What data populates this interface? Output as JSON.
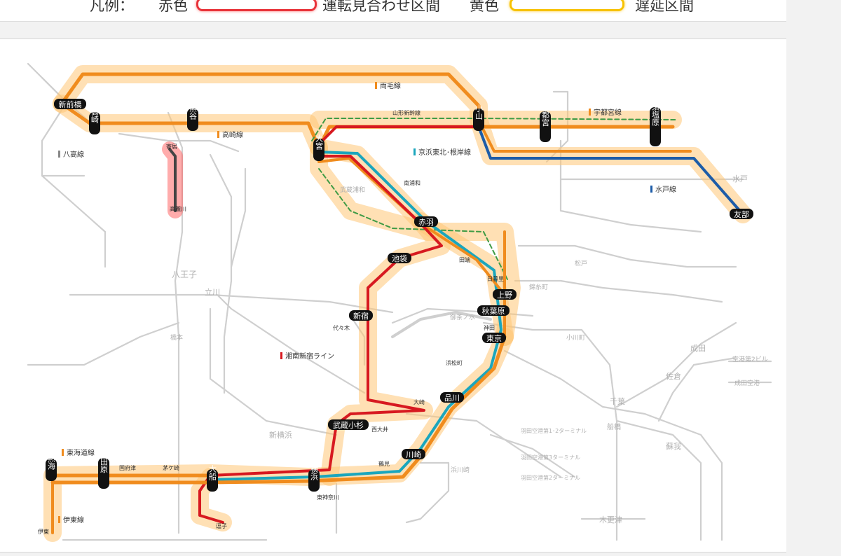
{
  "legend": {
    "label": "凡例：",
    "red_name": "赤色",
    "red_desc": "運転見合わせ区間",
    "yellow_name": "黄色",
    "yellow_desc": "遅延区間",
    "red_color": "#e8333a",
    "yellow_color": "#f7c200"
  },
  "colors": {
    "orange": "#f08c1e",
    "red": "#d71920",
    "teal": "#1ba6bd",
    "blue": "#1d5ca8",
    "green": "#3f9b45",
    "gray": "#cfcfcf"
  },
  "line_labels": {
    "ryomo": "両毛線",
    "takasaki": "高崎線",
    "hachiko": "八高線",
    "yamagata_shinkansen": "山形新幹線",
    "utsunomiya": "宇都宮線",
    "keihin_tohoku": "京浜東北･根岸線",
    "joban": "水戸線",
    "shonan_shinjuku": "湘南新宿ライン",
    "tokaido": "東海道線",
    "ito": "伊東線"
  },
  "stations": {
    "shinmaebashi": "新前橋",
    "takasaki": "高崎",
    "kumagaya": "熊谷",
    "oyama": "小山",
    "utsunomiya": "宇都宮",
    "nasushiobara": "那須塩原",
    "omiya": "大宮",
    "tomobe": "友部",
    "akabane": "赤羽",
    "ikebukuro": "池袋",
    "ueno": "上野",
    "akihabara": "秋葉原",
    "tokyo": "東京",
    "shinjuku": "新宿",
    "shinagawa": "品川",
    "musashikosugi": "武蔵小杉",
    "kawasaki": "川崎",
    "yokohama": "横浜",
    "ofuna": "大船",
    "odawara": "小田原",
    "atami": "熱海",
    "komagawa": "高麗川",
    "yorii": "寄居",
    "zushi": "逗子",
    "ito": "伊東"
  },
  "small_labels": {
    "minamiurawa": "南浦和",
    "tabata": "田端",
    "nippori": "日暮里",
    "kanda": "神田",
    "hamamatsucho": "浜松町",
    "osaki": "大崎",
    "nishioi": "西大井",
    "tsurumi": "鶴見",
    "higashikanagawa": "東神奈川",
    "kozu": "国府津",
    "chigasaki": "茅ケ崎",
    "yoyogi": "代々木"
  },
  "gray_labels": {
    "hachioji": "八王子",
    "tachikawa": "立川",
    "hashimoto": "橋本",
    "shinyokohama": "新横浜",
    "chiba": "千葉",
    "funabashi": "船橋",
    "narita": "成田",
    "sakura": "佐倉",
    "soga": "蘇我",
    "kisarazu": "木更津",
    "mito": "水戸",
    "musashiurawa": "武蔵浦和",
    "ochanomizu": "御茶ノ水",
    "kinshicho": "錦糸町",
    "ogawamachi": "小川町",
    "tsukuba": "松戸",
    "haneda1": "羽田空港第1･2ターミナル",
    "haneda2": "羽田空港第3ターミナル",
    "haneda3": "羽田空港第2ターミナル",
    "narita_airport2": "空港第2ビル",
    "narita_airport": "成田空港",
    "hamakawasaki": "浜川崎"
  }
}
